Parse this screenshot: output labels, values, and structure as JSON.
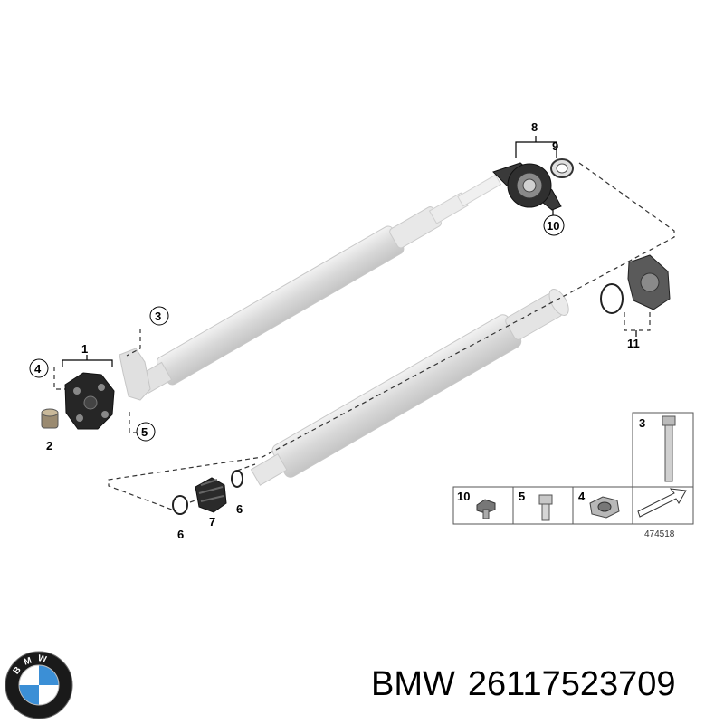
{
  "callouts": {
    "c1": "1",
    "c2": "2",
    "c3": "3",
    "c4": "4",
    "c5": "5",
    "c6a": "6",
    "c6b": "6",
    "c7": "7",
    "c8": "8",
    "c9": "9",
    "c10": "10",
    "c11": "11"
  },
  "hardware_table": {
    "cell_3": "3",
    "cell_10": "10",
    "cell_5": "5",
    "cell_4": "4",
    "reference_number": "474518"
  },
  "logo": {
    "letters": "BMW"
  },
  "caption": {
    "brand": "BMW",
    "part_number": "26117523709"
  },
  "colors": {
    "shaft": "#dcdcdc",
    "shaft_edge": "#bdbdbd",
    "part_dark": "#2a2a2a",
    "logo_blue": "#3b8fd6"
  }
}
